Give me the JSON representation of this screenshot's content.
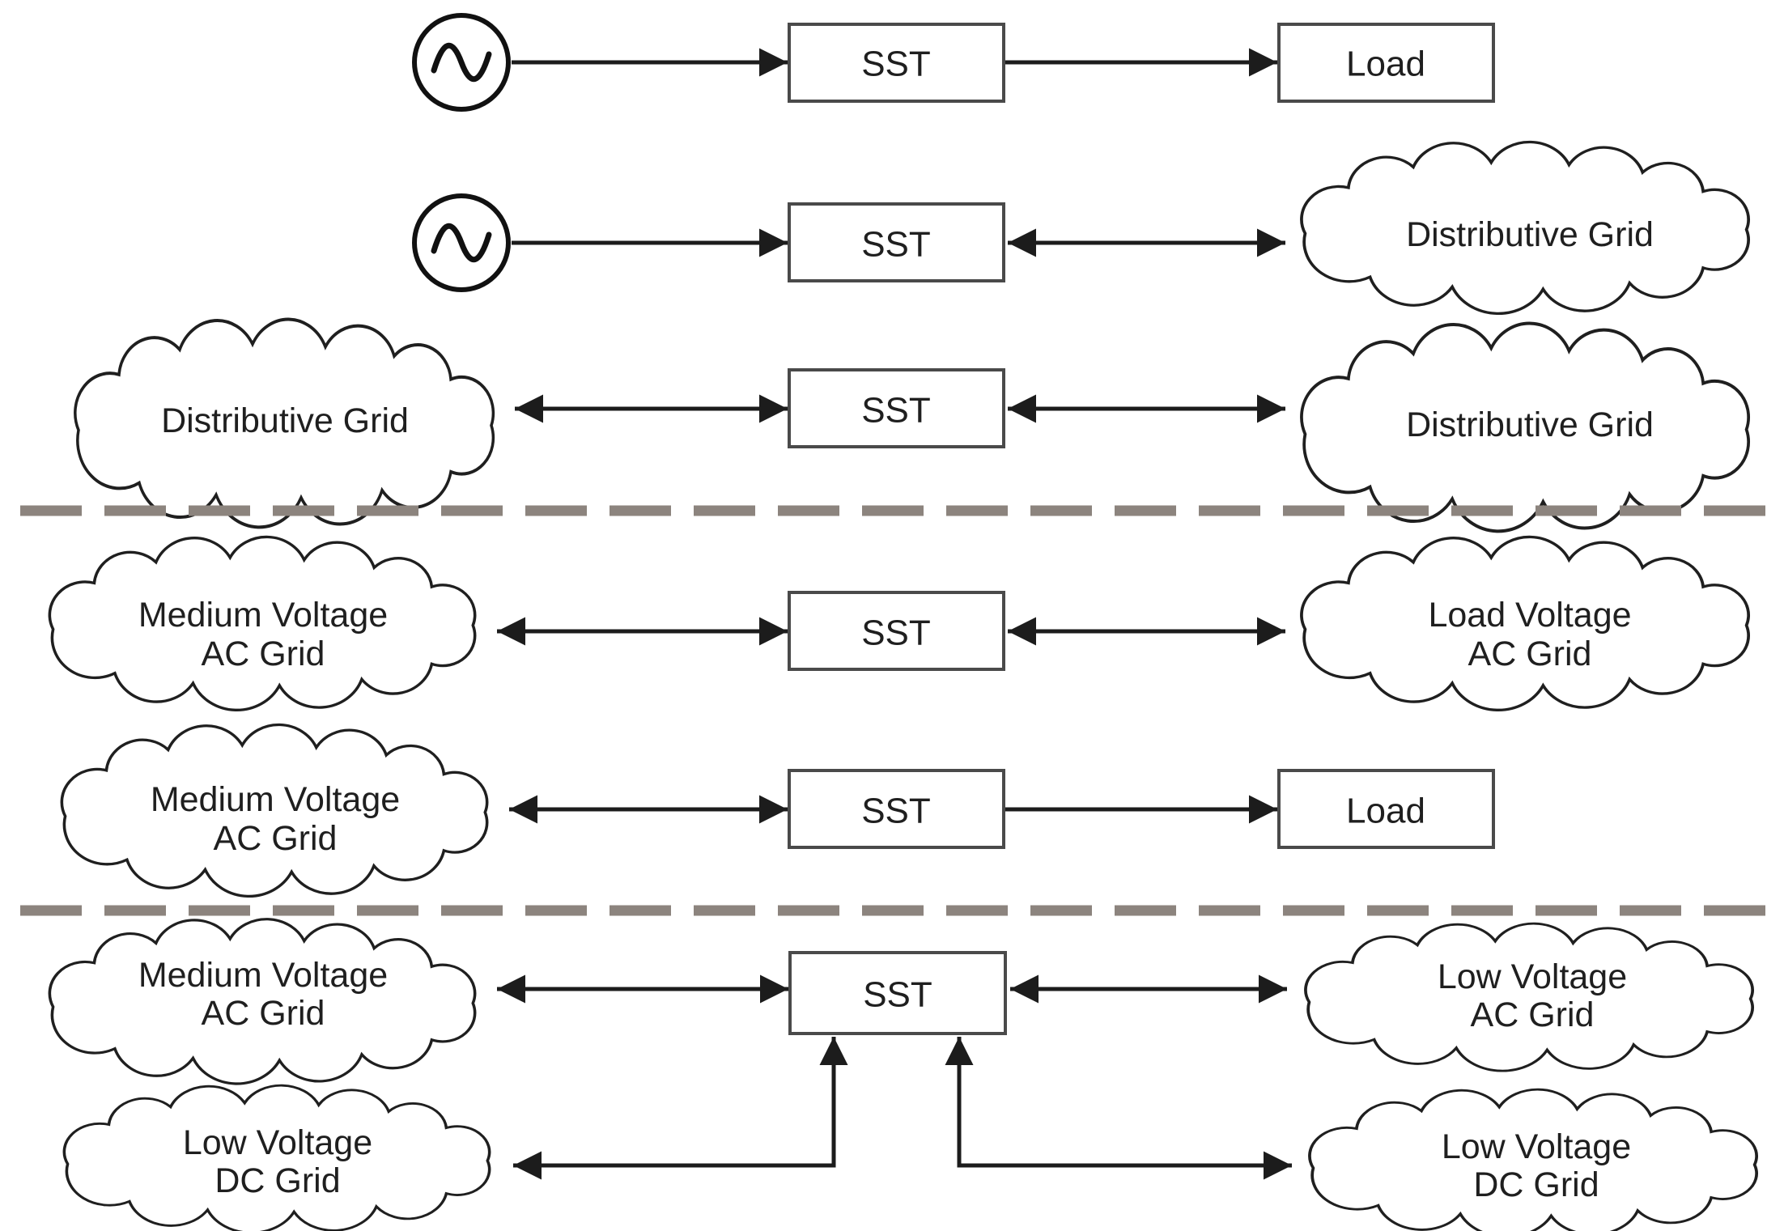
{
  "palette": {
    "line": "#1c1c1c",
    "box_border": "#4a4a4a",
    "cloud_outline": "#1f1f1f",
    "divider_dash": "#8c847e",
    "text": "#1f1f1f",
    "background": "#ffffff"
  },
  "icons": {
    "ac_source": "sine-wave-in-circle-icon",
    "arrow_single": "right-arrowhead",
    "arrow_double": "double-arrowhead"
  },
  "diagram": {
    "row1": {
      "sst": "SST",
      "load": "Load"
    },
    "row2": {
      "sst": "SST",
      "cloud": "Distributive Grid"
    },
    "row3": {
      "left_cloud": "Distributive Grid",
      "sst": "SST",
      "right_cloud": "Distributive Grid"
    },
    "row4": {
      "left_cloud_line1": "Medium Voltage",
      "left_cloud_line2": "AC Grid",
      "sst": "SST",
      "right_cloud_line1": "Load Voltage",
      "right_cloud_line2": "AC Grid"
    },
    "row5": {
      "left_cloud_line1": "Medium Voltage",
      "left_cloud_line2": "AC Grid",
      "sst": "SST",
      "load": "Load"
    },
    "row6": {
      "left_cloud_line1": "Medium Voltage",
      "left_cloud_line2": "AC Grid",
      "sst": "SST",
      "right_cloud_line1": "Low Voltage",
      "right_cloud_line2": "AC Grid"
    },
    "row7": {
      "left_cloud_line1": "Low Voltage",
      "left_cloud_line2": "DC Grid",
      "right_cloud_line1": "Low Voltage",
      "right_cloud_line2": "DC Grid"
    }
  }
}
